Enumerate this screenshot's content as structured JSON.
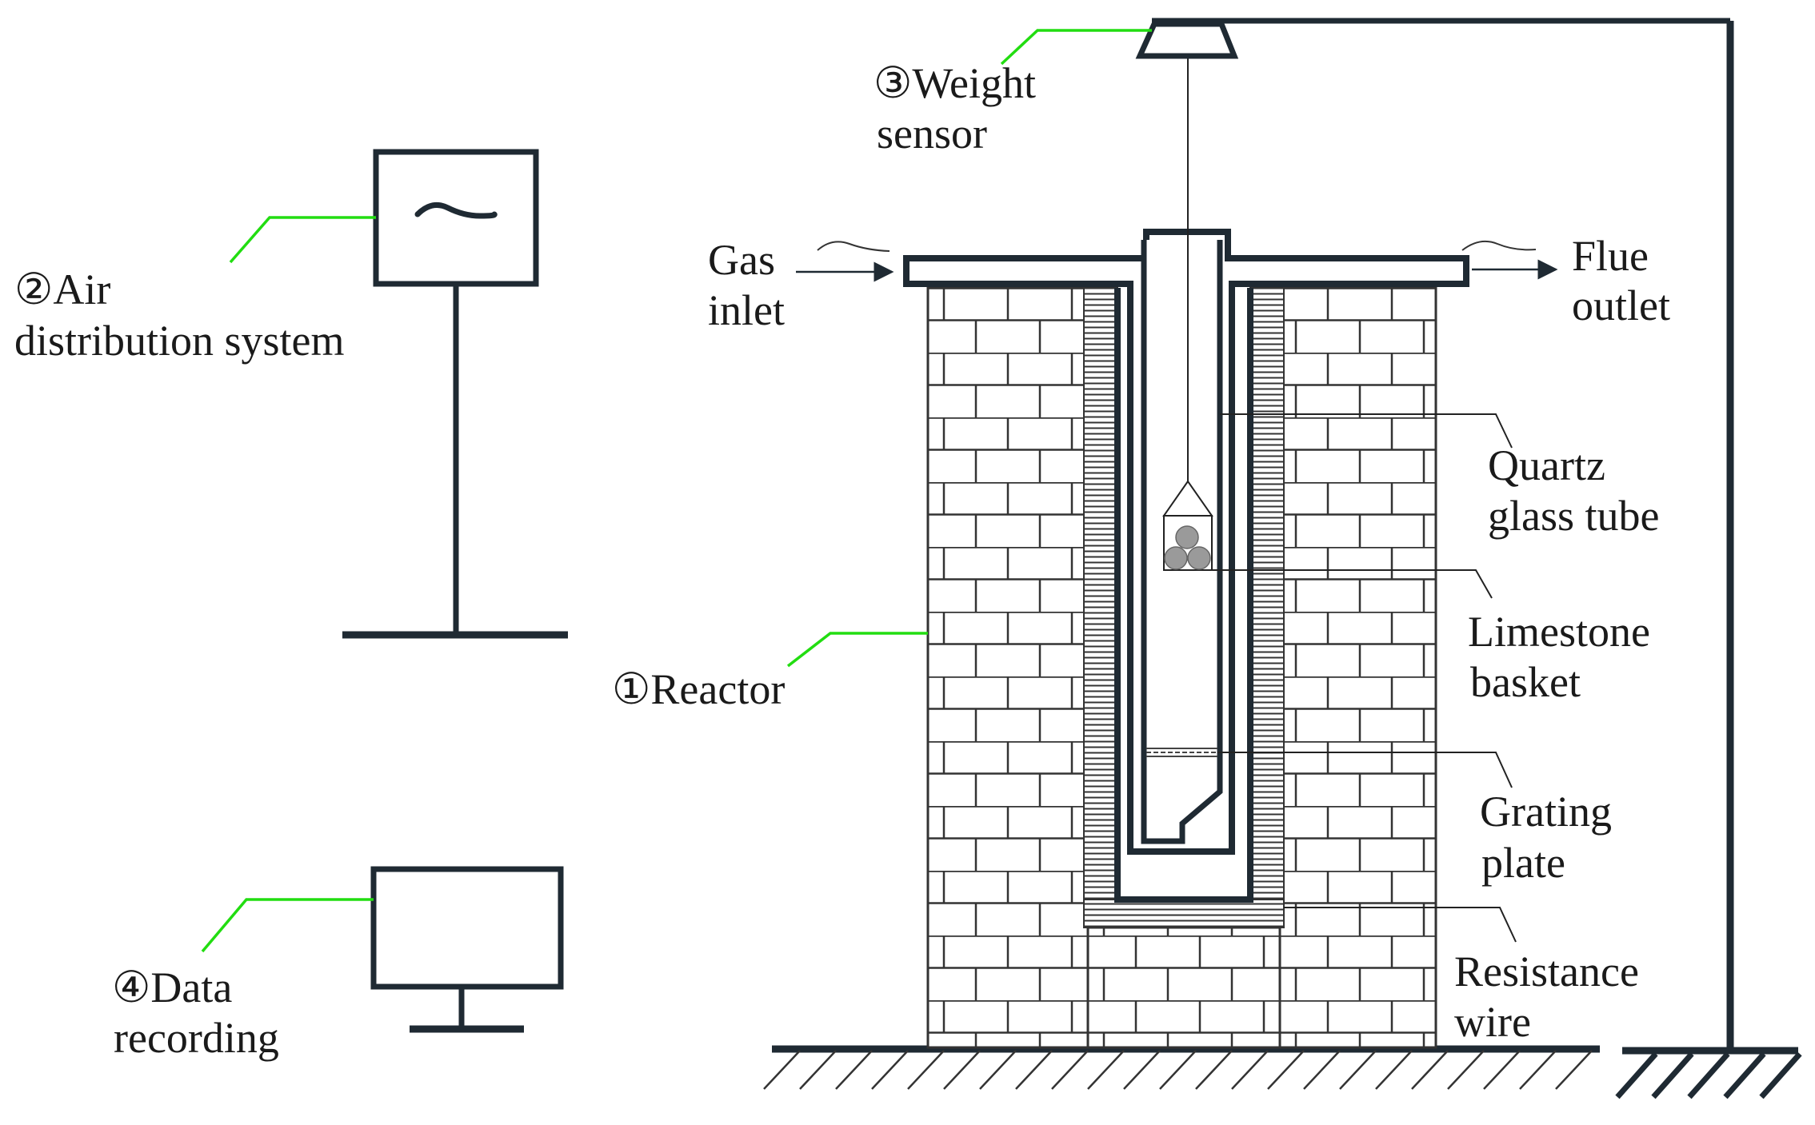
{
  "labels": {
    "weight_sensor": [
      "③Weight",
      "sensor"
    ],
    "air_distribution": [
      "②Air",
      "distribution system"
    ],
    "gas_inlet": [
      "Gas",
      "inlet"
    ],
    "flue_outlet": [
      "Flue",
      "outlet"
    ],
    "quartz_tube": [
      "Quartz",
      "glass tube"
    ],
    "limestone_basket": [
      "Limestone",
      "basket"
    ],
    "reactor": [
      "①Reactor"
    ],
    "grating_plate": [
      "Grating",
      "plate"
    ],
    "resistance_wire": [
      "Resistance",
      "wire"
    ],
    "data_recording": [
      "④Data",
      "recording"
    ]
  },
  "colors": {
    "stroke": "#1f2a33",
    "leader_green": "#22dd11",
    "text": "#1a1a1a",
    "brick": "#333333",
    "ball": "#9a9a9a"
  },
  "icons": {
    "air_distribution_symbol": "tilde-wave-icon",
    "data_recording_symbol": "monitor-icon"
  }
}
